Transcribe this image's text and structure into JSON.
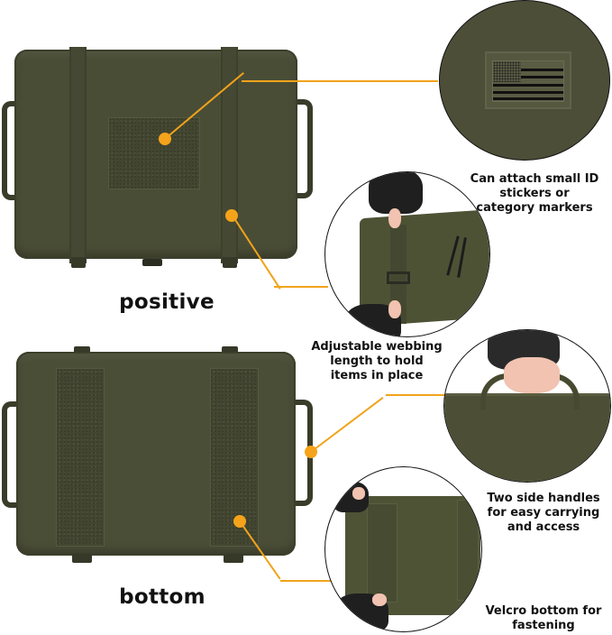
{
  "labels": {
    "top_view": "positive",
    "bottom_view": "bottom"
  },
  "callouts": [
    {
      "id": "id-patch",
      "lines": [
        "Can attach small ID",
        "stickers or",
        "category markers"
      ]
    },
    {
      "id": "webbing",
      "lines": [
        "Adjustable webbing",
        "length to hold",
        "items in place"
      ]
    },
    {
      "id": "handles",
      "lines": [
        "Two side handles",
        "for easy carrying",
        "and access"
      ]
    },
    {
      "id": "velcro",
      "lines": [
        "Velcro bottom for",
        "fastening"
      ]
    }
  ],
  "colors": {
    "accent": "#f5a31a",
    "bag": "#4a4d36",
    "text": "#111111",
    "background": "#ffffff"
  },
  "icons": {
    "flag_patch": "us-flag-patch-icon"
  }
}
